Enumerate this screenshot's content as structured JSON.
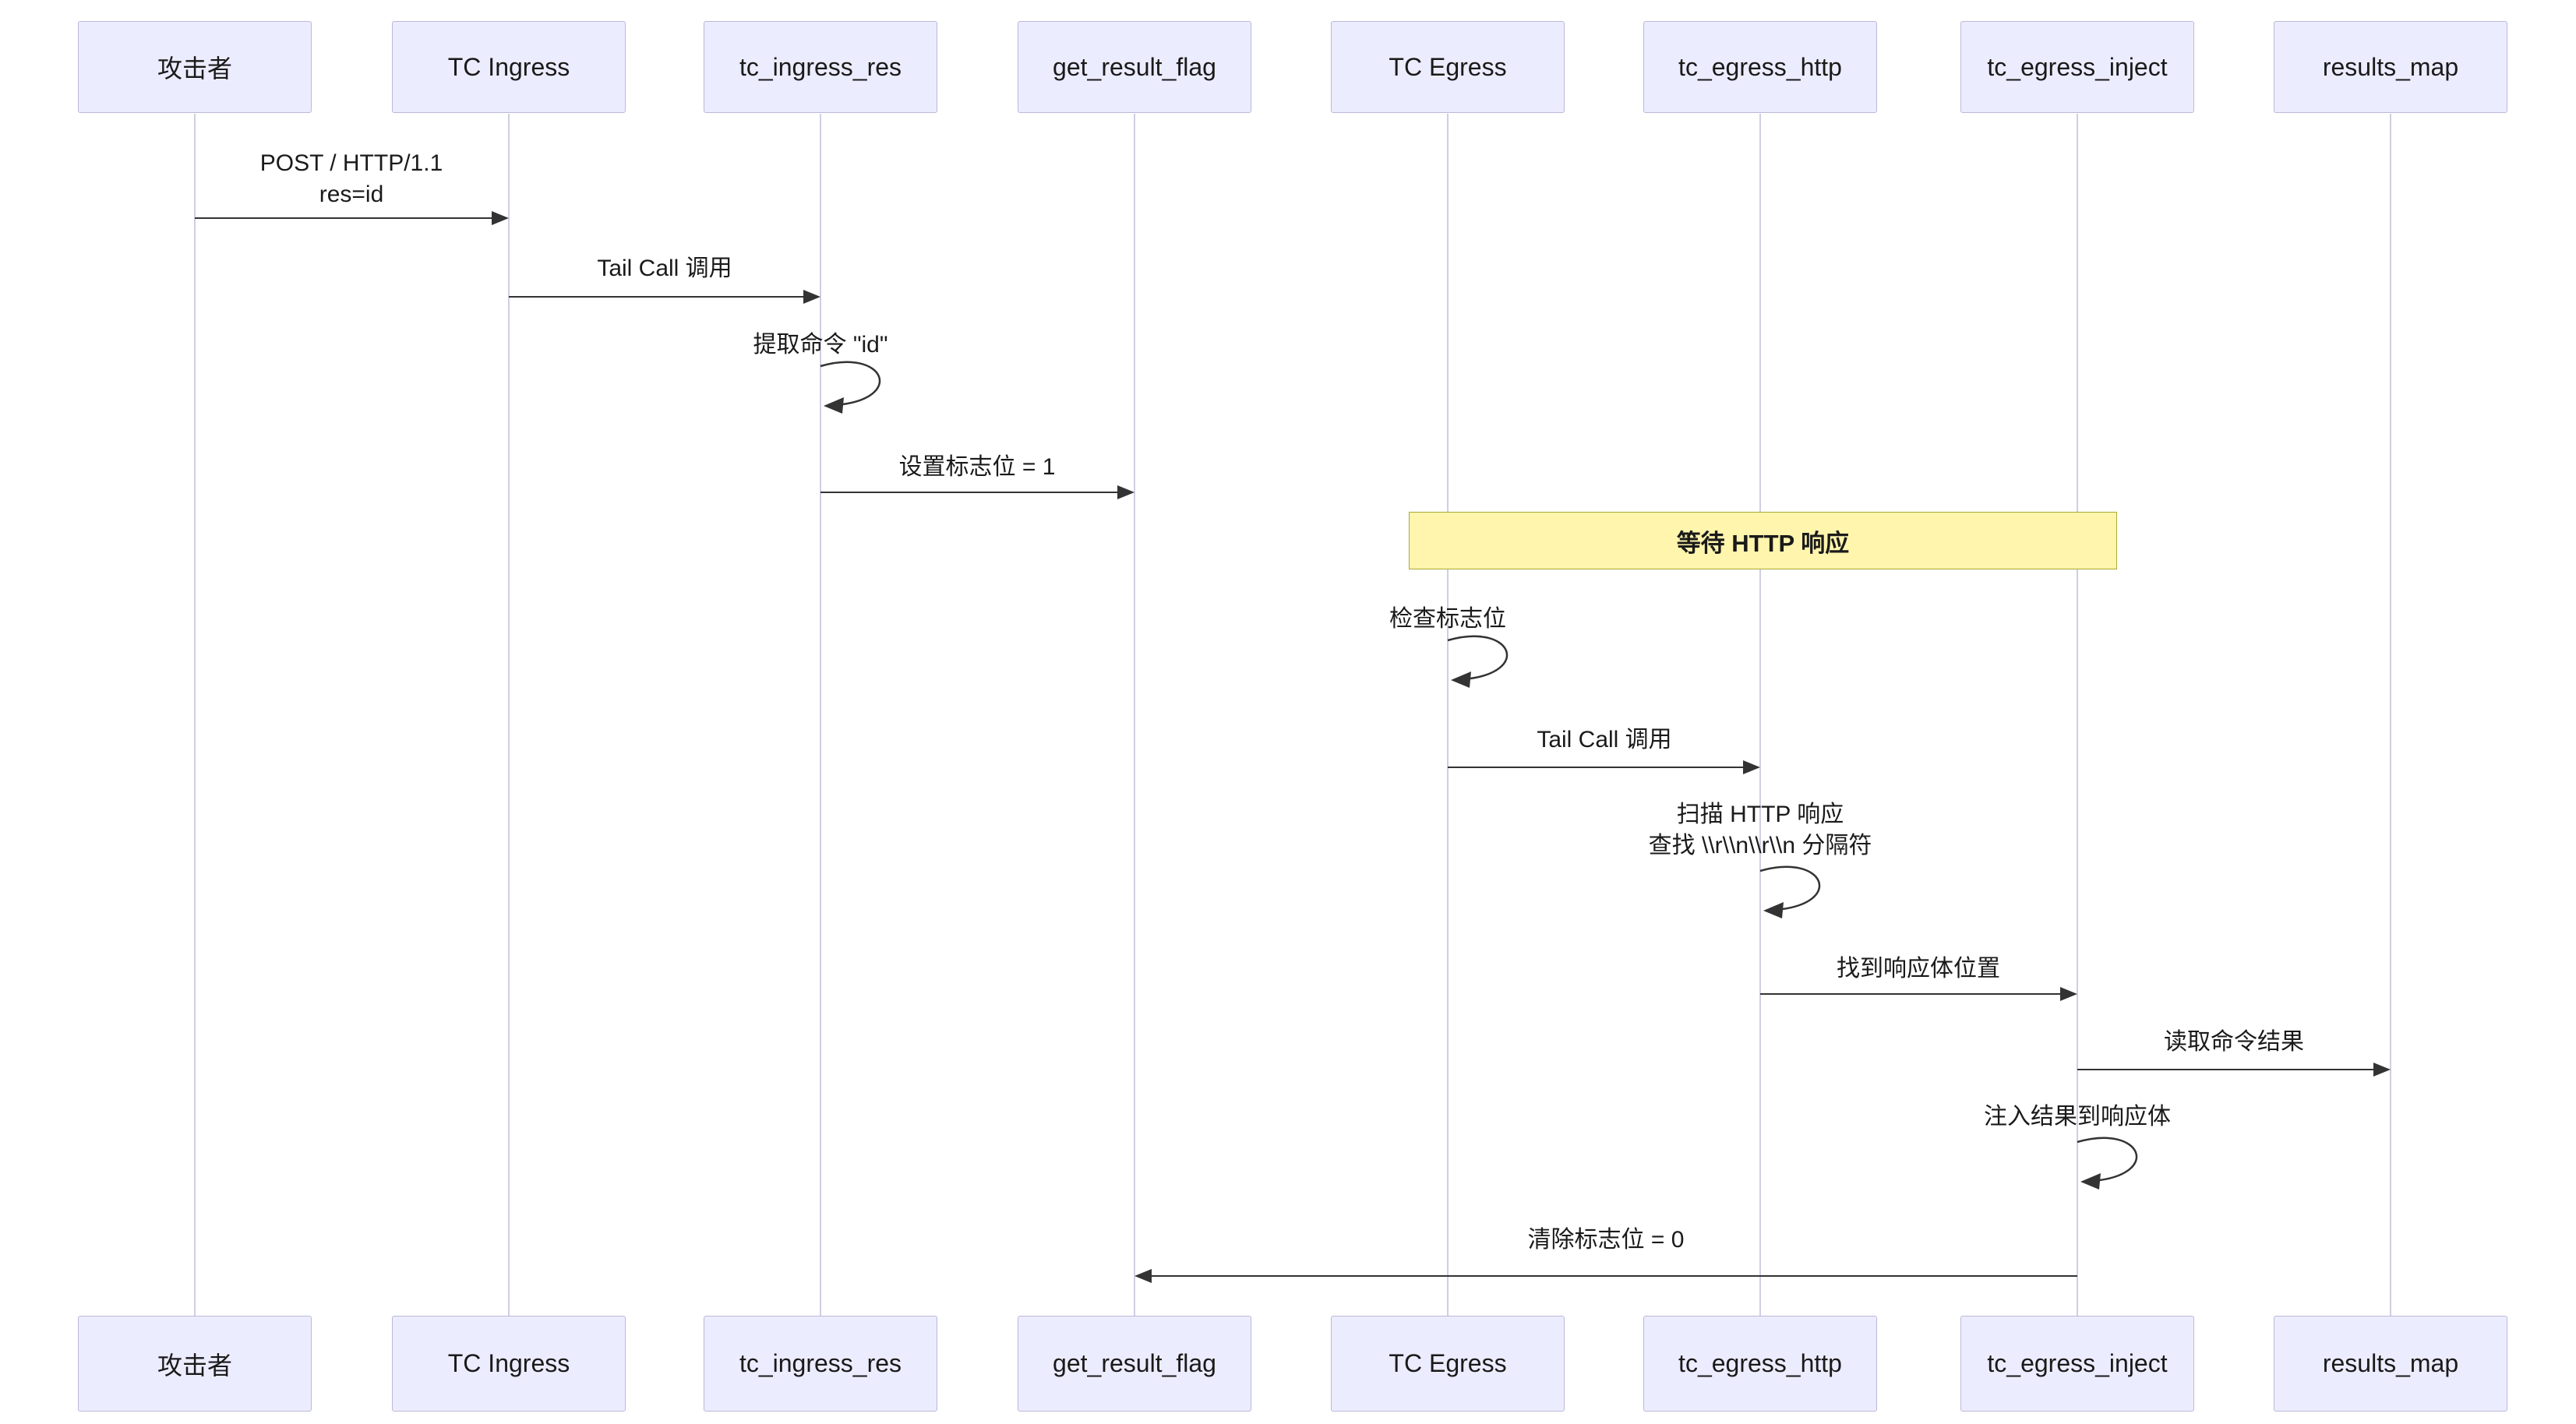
{
  "diagram": {
    "type": "sequence-diagram",
    "participants": [
      {
        "name": "攻击者"
      },
      {
        "name": "TC Ingress"
      },
      {
        "name": "tc_ingress_res"
      },
      {
        "name": "get_result_flag"
      },
      {
        "name": "TC Egress"
      },
      {
        "name": "tc_egress_http"
      },
      {
        "name": "tc_egress_inject"
      },
      {
        "name": "results_map"
      }
    ],
    "messages": [
      {
        "from": "攻击者",
        "to": "TC Ingress",
        "label": "POST / HTTP/1.1",
        "label_line2": "res=id",
        "direction": "right"
      },
      {
        "from": "TC Ingress",
        "to": "tc_ingress_res",
        "label": "Tail Call 调用",
        "direction": "right"
      },
      {
        "self": "tc_ingress_res",
        "label": "提取命令 \"id\""
      },
      {
        "from": "tc_ingress_res",
        "to": "get_result_flag",
        "label": "设置标志位 = 1",
        "direction": "right"
      },
      {
        "self": "TC Egress",
        "label": "检查标志位"
      },
      {
        "from": "TC Egress",
        "to": "tc_egress_http",
        "label": "Tail Call 调用",
        "direction": "right"
      },
      {
        "self": "tc_egress_http",
        "label": "扫描 HTTP 响应",
        "label_line2": "查找 \\\\r\\\\n\\\\r\\\\n 分隔符"
      },
      {
        "from": "tc_egress_http",
        "to": "tc_egress_inject",
        "label": "找到响应体位置",
        "direction": "right"
      },
      {
        "from": "tc_egress_inject",
        "to": "results_map",
        "label": "读取命令结果",
        "direction": "right"
      },
      {
        "self": "tc_egress_inject",
        "label": "注入结果到响应体"
      },
      {
        "from": "tc_egress_inject",
        "to": "get_result_flag",
        "label": "清除标志位 = 0",
        "direction": "left"
      }
    ],
    "note": {
      "text": "等待 HTTP 响应",
      "over": "TC Egress, tc_egress_http, tc_egress_inject"
    }
  },
  "colors": {
    "participant_fill": "#ECECFF",
    "participant_border": "#b9b9d8",
    "note_fill": "#fff5ad",
    "note_border": "#aaaa33",
    "arrow_line": "#333333",
    "lifeline": "#cfcfe3",
    "background": "#ffffff"
  }
}
